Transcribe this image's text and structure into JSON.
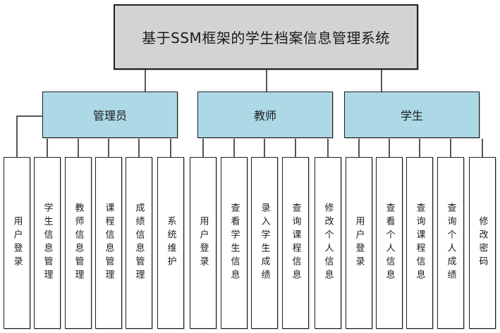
{
  "title": "基于SSM框架的学生档案信息管理系统",
  "groups": [
    {
      "label": "管理员",
      "children": [
        "用户登录",
        "学生信息管理",
        "教师信息管理",
        "课程信息管理",
        "成绩信息管理",
        "系统维护"
      ]
    },
    {
      "label": "教师",
      "children": [
        "用户登录",
        "查看学生信息",
        "录入学生成绩",
        "查询课程信息",
        "修改个人信息"
      ]
    },
    {
      "label": "学生",
      "children": [
        "用户登录",
        "查看个人信息",
        "查询课程信息",
        "查询个人成绩",
        "修改密码"
      ]
    }
  ],
  "colors": {
    "root_fill": "#d3d3d3",
    "group_fill": "#add8e6",
    "leaf_fill": "#ffffff",
    "border_color": "#1f1f1f",
    "line_color": "#1f1f1f",
    "text_color": "#1a1a1a"
  }
}
